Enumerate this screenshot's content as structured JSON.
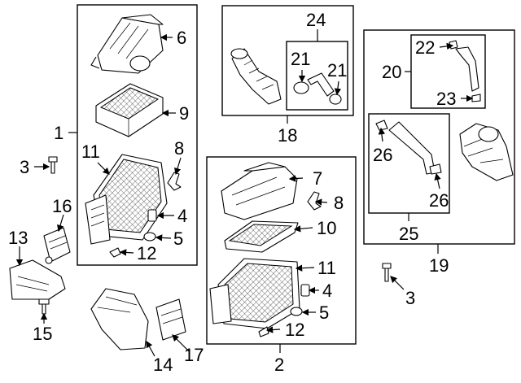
{
  "callouts": {
    "c1": "1",
    "c2": "2",
    "c3a": "3",
    "c3b": "3",
    "c4a": "4",
    "c4b": "4",
    "c5a": "5",
    "c5b": "5",
    "c6": "6",
    "c7": "7",
    "c8a": "8",
    "c8b": "8",
    "c9": "9",
    "c10": "10",
    "c11a": "11",
    "c11b": "11",
    "c12a": "12",
    "c12b": "12",
    "c13": "13",
    "c14": "14",
    "c15": "15",
    "c16": "16",
    "c17": "17",
    "c18": "18",
    "c19": "19",
    "c20": "20",
    "c21a": "21",
    "c21b": "21",
    "c22": "22",
    "c23": "23",
    "c24": "24",
    "c25": "25",
    "c26a": "26",
    "c26b": "26"
  }
}
